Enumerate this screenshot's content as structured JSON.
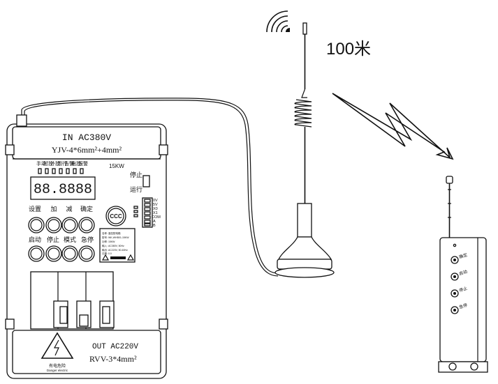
{
  "distance_label": "100米",
  "controller": {
    "input_label": "IN AC380V",
    "input_cable": "YJV-4*6mm²+4mm²",
    "power_label": "15KW",
    "indicators": [
      "手动",
      "时控",
      "外控",
      "用行",
      "告警",
      "电控",
      "报警"
    ],
    "display_value": "88.8888",
    "switch_stop": "停止",
    "switch_run": "运行",
    "buttons_row1": [
      "设置",
      "加",
      "减",
      "确定"
    ],
    "buttons_row2": [
      "启动",
      "停止",
      "模式",
      "急停"
    ],
    "terminals": [
      "0V",
      "5V",
      "X0",
      "X1",
      "COM",
      "A",
      "B"
    ],
    "cert_mark": "CCC",
    "nameplate_lines": [
      "名称: 遥控配电箱",
      "型号: WK-WHB01-15KW",
      "功率: 15KW",
      "输入: AC380V, 50Hz",
      "输出: AC220V, 50-60Hz",
      "日期: 0.0"
    ],
    "output_label": "OUT AC220V",
    "output_cable": "RVV-3*4mm²",
    "warning_text": "有电危险",
    "warning_text_en": "Danger electric"
  },
  "remote": {
    "buttons": [
      "确定",
      "启动",
      "停止",
      "急停"
    ]
  }
}
